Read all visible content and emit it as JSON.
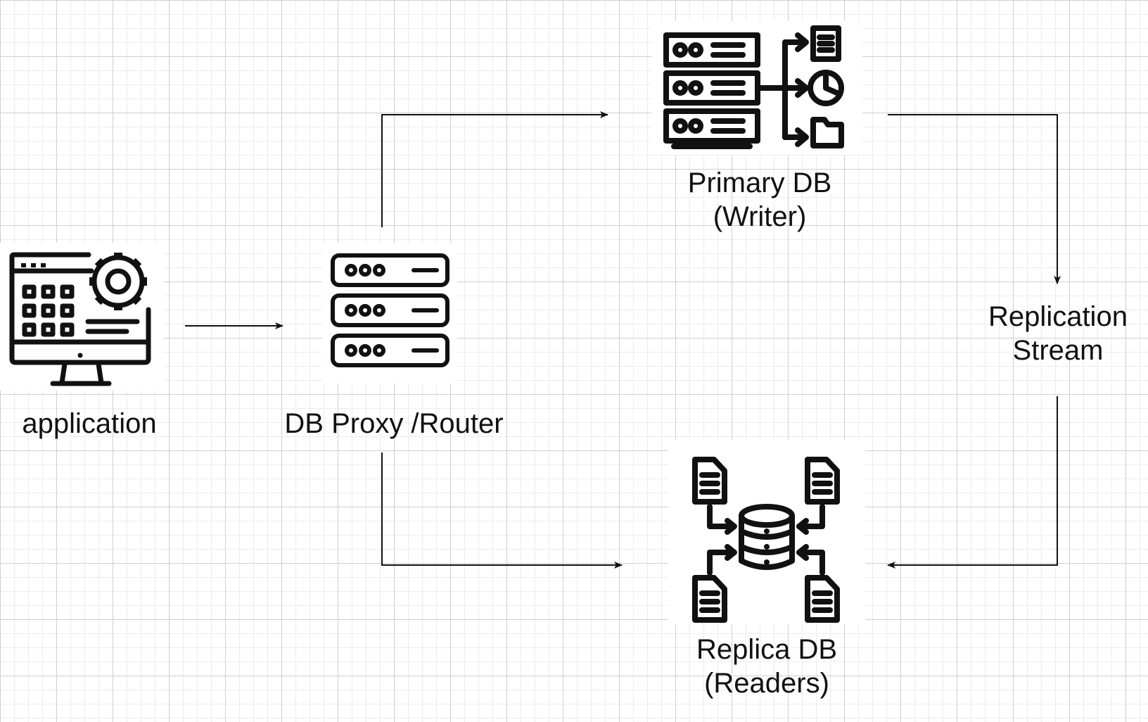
{
  "diagram": {
    "nodes": {
      "application": {
        "label": "application",
        "icon": "monitor-settings-icon"
      },
      "proxy": {
        "label": "DB Proxy /Router",
        "icon": "server-rack-icon"
      },
      "primary": {
        "label_line1": "Primary DB",
        "label_line2": "(Writer)",
        "icon": "database-server-distribution-icon"
      },
      "replication": {
        "label_line1": "Replication",
        "label_line2": "Stream"
      },
      "replica": {
        "label_line1": "Replica DB",
        "label_line2": "(Readers)",
        "icon": "database-documents-icon"
      }
    },
    "edges": [
      {
        "from": "application",
        "to": "proxy"
      },
      {
        "from": "proxy",
        "to": "primary"
      },
      {
        "from": "proxy",
        "to": "replica"
      },
      {
        "from": "primary",
        "to": "replication"
      },
      {
        "from": "replication",
        "to": "replica"
      }
    ],
    "colors": {
      "stroke": "#111111",
      "grid": "#cfcfcf"
    }
  }
}
